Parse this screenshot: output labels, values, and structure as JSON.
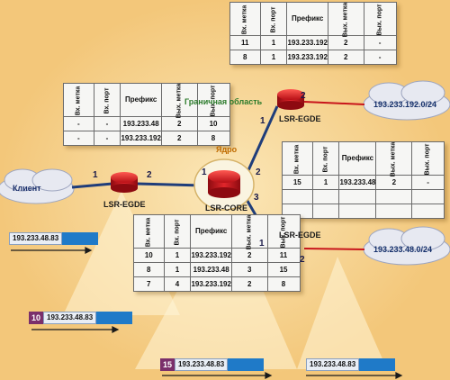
{
  "labels": {
    "client": "Клиент",
    "core_region": "Ядро",
    "border_region": "Граничная область",
    "lsr_edge_left": "LSR-EGDE",
    "lsr_core": "LSR-CORE",
    "lsr_edge_top": "LSR-EGDE",
    "lsr_edge_bottom": "LSR-EGDE",
    "net_top": "193.233.192.0/24",
    "net_bottom": "193.233.48.0/24"
  },
  "ports": {
    "left_in": "1",
    "left_out": "2",
    "core_1": "1",
    "core_2": "2",
    "core_3": "3",
    "top_in": "1",
    "top_out": "2",
    "bottom_in": "1",
    "bottom_out": "2"
  },
  "headers": {
    "in_label": "Вх. метка",
    "in_port": "Вх. порт",
    "prefix": "Префикс",
    "out_label": "Вых. метка",
    "out_port": "Вых. порт"
  },
  "tables": {
    "top": [
      [
        "11",
        "1",
        "193.233.192",
        "2",
        "-"
      ],
      [
        "8",
        "1",
        "193.233.192",
        "2",
        "-"
      ]
    ],
    "left": [
      [
        "-",
        "-",
        "193.233.48",
        "2",
        "10"
      ],
      [
        "-",
        "-",
        "193.233.192",
        "2",
        "8"
      ]
    ],
    "right": [
      [
        "15",
        "1",
        "193.233.48",
        "2",
        "-"
      ],
      [
        "",
        "",
        "",
        "",
        ""
      ],
      [
        "",
        "",
        "",
        "",
        ""
      ]
    ],
    "center": [
      [
        "10",
        "1",
        "193.233.192",
        "2",
        "11"
      ],
      [
        "8",
        "1",
        "193.233.48",
        "3",
        "15"
      ],
      [
        "7",
        "4",
        "193.233.192",
        "2",
        "8"
      ]
    ]
  },
  "packets": {
    "p1": {
      "tag": "",
      "addr": "193.233.48.83"
    },
    "p2": {
      "tag": "10",
      "addr": "193.233.48.83"
    },
    "p3": {
      "tag": "15",
      "addr": "193.233.48.83"
    },
    "p4": {
      "tag": "",
      "addr": "193.233.48.83"
    }
  },
  "colors": {
    "background": "#f3c77a",
    "router": "#c8151b",
    "link": "#1f3d7a",
    "packet_bar": "#1f7ac8",
    "label_tag": "#7a2f6b"
  }
}
